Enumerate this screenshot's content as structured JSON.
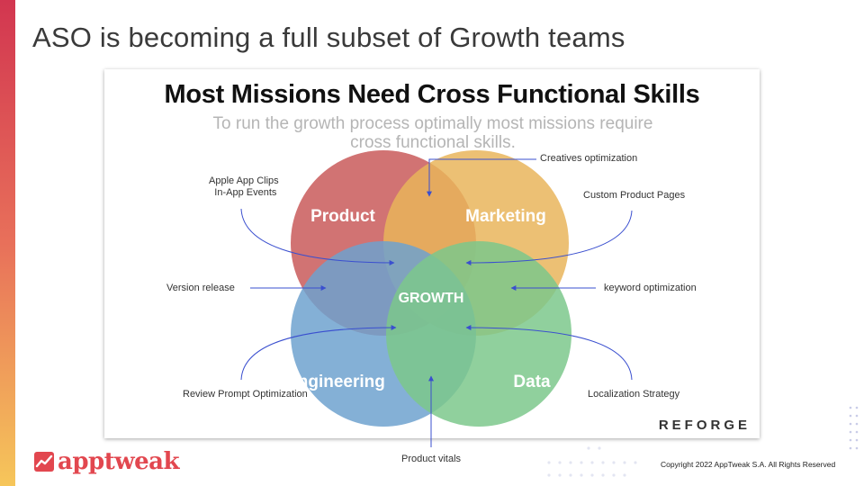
{
  "slide": {
    "title": "ASO is becoming a full subset of Growth teams"
  },
  "diagram": {
    "title": "Most Missions Need Cross Functional Skills",
    "subtitle_lines": [
      "To run the growth process optimally most missions require",
      "cross functional skills."
    ],
    "circles": [
      {
        "label": "Product",
        "color": "#c95a5a"
      },
      {
        "label": "Marketing",
        "color": "#e9b55c"
      },
      {
        "label": "Engineering",
        "color": "#6fa2cf"
      },
      {
        "label": "Data",
        "color": "#7cc88c"
      }
    ],
    "center_label": "GROWTH",
    "brand": "REFORGE"
  },
  "callouts": {
    "creatives": "Creatives optimization",
    "app_clips_line1": "Apple App Clips",
    "app_clips_line2": "In-App Events",
    "custom_pages": "Custom Product Pages",
    "version_release": "Version release",
    "keyword": "keyword optimization",
    "review_prompt": "Review Prompt Optimization",
    "localization": "Localization Strategy",
    "product_vitals": "Product vitals"
  },
  "footer": {
    "logo_text": "apptweak",
    "copyright": "Copyright 2022 AppTweak S.A. All Rights Reserved"
  },
  "colors": {
    "accent_red": "#e2474f",
    "arrow_blue": "#3a4fcf"
  }
}
